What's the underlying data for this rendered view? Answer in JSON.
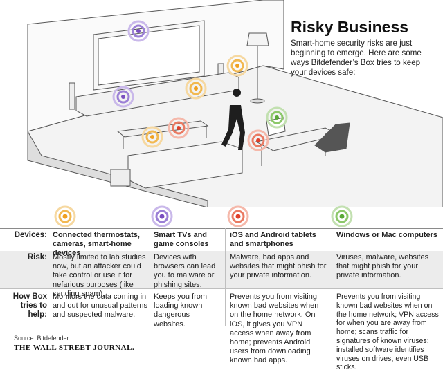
{
  "header": {
    "title": "Risky Business",
    "intro": "Smart-home security risks are just beginning to emerge. Here are some ways Bitdefender’s Box tries to keep your devices safe:"
  },
  "table": {
    "row_labels": {
      "devices": "Devices:",
      "risk": "Risk:",
      "help_line1": "How Box",
      "help_line2": "tries to",
      "help_line3": "help:"
    },
    "columns": [
      {
        "icon_color": "#f0a020",
        "device": "Connected thermostats, cameras, smart-home devices",
        "risk": "Mostly limited to lab studies now, but an attacker could take control or use it for nefarious purposes (like sending spam).",
        "help": "Monitors the data coming in and out for unusual patterns and suspected malware."
      },
      {
        "icon_color": "#7a4fc0",
        "device": "Smart TVs and game consoles",
        "risk": "Devices with browsers can lead you to malware or phishing sites.",
        "help": "Keeps you from loading known dangerous websites."
      },
      {
        "icon_color": "#e0402a",
        "device": "iOS and Android tablets and smartphones",
        "risk": "Malware, bad apps and websites that might phish for your private information.",
        "help": "Prevents you from visiting known bad websites when on the home network. On iOS, it gives you VPN access when away from home; prevents Android users from downloading known bad apps."
      },
      {
        "icon_color": "#5aa838",
        "device": "Windows or Mac computers",
        "risk": "Viruses, malware, websites that might phish for your private information.",
        "help": "Prevents you from visiting known bad websites when on the home network; VPN access for when you are away from home; scans traffic for signatures of known viruses; installed software identifies viruses on drives, even USB sticks."
      }
    ]
  },
  "footer": {
    "source": "Source: Bitdefender",
    "publisher": "THE WALL STREET JOURNAL."
  },
  "colors": {
    "band": "#ececec",
    "line": "#8a8a8a",
    "orange": "#f0a020",
    "purple": "#7a4fc0",
    "red": "#e0402a",
    "green": "#5aa838"
  }
}
